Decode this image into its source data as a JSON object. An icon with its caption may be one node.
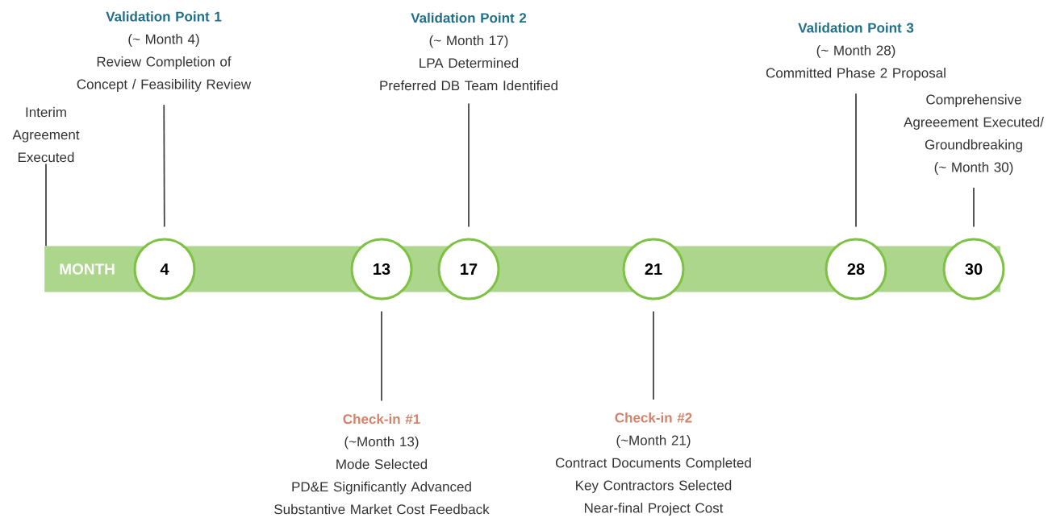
{
  "diagram": {
    "nodes": [
      {
        "text": [
          "MONTH"
        ]
      },
      {
        "text": [
          "4"
        ]
      },
      {
        "text": [
          "13"
        ]
      },
      {
        "text": [
          "17"
        ]
      },
      {
        "text": [
          "21"
        ]
      },
      {
        "text": [
          "28"
        ]
      },
      {
        "text": [
          "30"
        ]
      },
      {
        "text": [
          "Interim Agreement Executed"
        ]
      },
      {
        "text": [
          "Validation Point 1",
          "(~ Month 4)",
          "Review Completion of Concept / Feasibility Review"
        ]
      },
      {
        "text": [
          "Validation Point 2",
          "(~ Month 17)",
          "LPA Determined",
          "Preferred DB Team Identified"
        ]
      },
      {
        "text": [
          "Validation Point 3",
          "(~ Month 28)",
          "Committed Phase 2 Proposal"
        ]
      },
      {
        "text": [
          "Comprehensive Agreeement Executed/ Groundbreaking",
          "(~ Month 30)"
        ]
      },
      {
        "text": [
          "Check-in #1",
          "(~Month 13)",
          "Mode Selected",
          "PD&E Significantly Advanced",
          "Substantive Market Cost Feedback"
        ]
      },
      {
        "text": [
          "Check-in #2",
          "(~Month 21)",
          "Contract Documents Completed",
          "Key Contractors Selected",
          "Near-final Project Cost"
        ]
      }
    ],
    "edges": [
      {
        "from": 7,
        "to": 0,
        "arrow": "none"
      },
      {
        "from": 8,
        "to": 1,
        "arrow": "none"
      },
      {
        "from": 9,
        "to": 3,
        "arrow": "none"
      },
      {
        "from": 10,
        "to": 5,
        "arrow": "none"
      },
      {
        "from": 11,
        "to": 6,
        "arrow": "none"
      },
      {
        "from": 12,
        "to": 2,
        "arrow": "none"
      },
      {
        "from": 13,
        "to": 4,
        "arrow": "none"
      }
    ]
  }
}
